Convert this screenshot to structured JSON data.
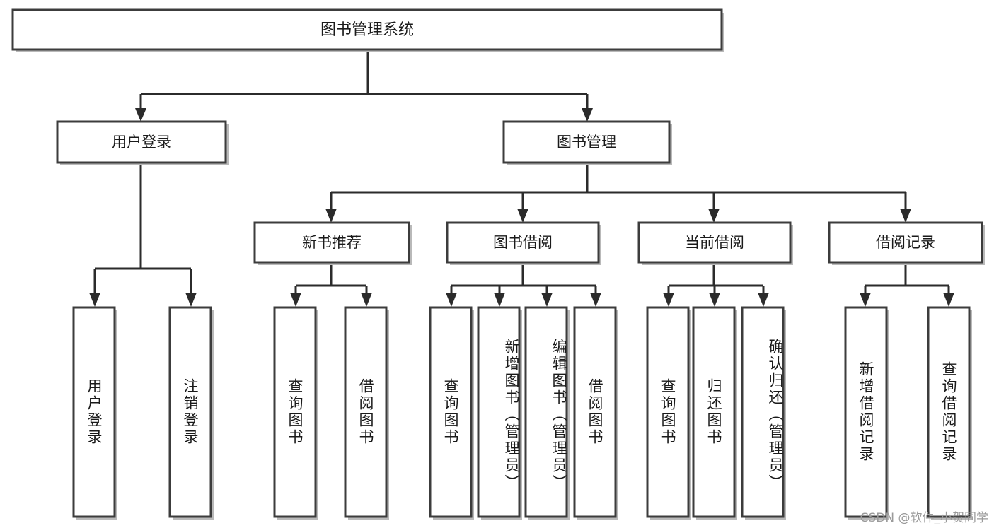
{
  "diagram": {
    "kind": "tree-hierarchy",
    "title_node": {
      "label": "图书管理系统"
    },
    "level2": [
      {
        "id": "user-login",
        "label": "用户登录"
      },
      {
        "id": "book-management",
        "label": "图书管理"
      }
    ],
    "level3": [
      {
        "id": "new-book-recommend",
        "label": "新书推荐",
        "parent": "book-management"
      },
      {
        "id": "book-borrow",
        "label": "图书借阅",
        "parent": "book-management"
      },
      {
        "id": "current-borrow",
        "label": "当前借阅",
        "parent": "book-management"
      },
      {
        "id": "borrow-record",
        "label": "借阅记录",
        "parent": "book-management"
      }
    ],
    "leaves": {
      "user_login": [
        {
          "id": "leaf-user-login",
          "label": "用户登录"
        },
        {
          "id": "leaf-logout-login",
          "label": "注销登录"
        }
      ],
      "new_book_recommend": [
        {
          "id": "leaf-query-book-1",
          "label": "查询图书"
        },
        {
          "id": "leaf-borrow-book-1",
          "label": "借阅图书"
        }
      ],
      "book_borrow": [
        {
          "id": "leaf-query-book-2",
          "label": "查询图书"
        },
        {
          "id": "leaf-add-book",
          "label": "新增图书（管理员）"
        },
        {
          "id": "leaf-edit-book",
          "label": "编辑图书（管理员）"
        },
        {
          "id": "leaf-borrow-book-2",
          "label": "借阅图书"
        }
      ],
      "current_borrow": [
        {
          "id": "leaf-query-book-3",
          "label": "查询图书"
        },
        {
          "id": "leaf-return-book",
          "label": "归还图书"
        },
        {
          "id": "leaf-confirm-return",
          "label": "确认归还（管理员）"
        }
      ],
      "borrow_record": [
        {
          "id": "leaf-add-record",
          "label": "新增借阅记录"
        },
        {
          "id": "leaf-query-record",
          "label": "查询借阅记录"
        }
      ]
    }
  },
  "watermark": {
    "text": "CSDN @软件_小贺同学"
  },
  "colors": {
    "box_stroke": "#3c3c3c",
    "connector": "#2b2b2b",
    "text": "#1a1a1a",
    "background": "#ffffff",
    "watermark_text": "#9a9a9a"
  }
}
